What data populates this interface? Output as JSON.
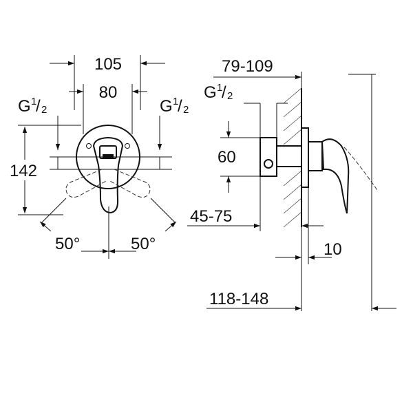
{
  "dimensions": {
    "width_105": "105",
    "width_80": "80",
    "thread_left": "G",
    "thread_right": "G",
    "thread_side": "G",
    "thread_num": "1",
    "thread_den": "2",
    "height_142": "142",
    "angle_left": "50°",
    "angle_right": "50°",
    "depth_79_109": "79-109",
    "height_60": "60",
    "depth_45_75": "45-75",
    "offset_10": "10",
    "total_118_148": "118-148"
  },
  "colors": {
    "line": "#111111",
    "background": "#ffffff"
  }
}
